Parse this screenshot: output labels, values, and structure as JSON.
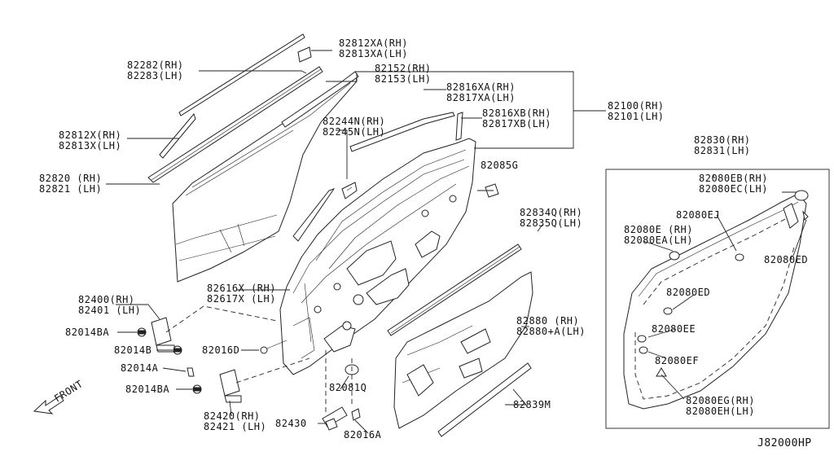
{
  "diagram_code": "J82000HP",
  "front_label": "FRONT",
  "callouts": {
    "c82812xa": [
      "82812XA(RH)",
      "82813XA(LH)"
    ],
    "c82282": [
      "82282(RH)",
      "82283(LH)"
    ],
    "c82152": [
      "82152(RH)",
      "82153(LH)"
    ],
    "c82816xa": [
      "82816XA(RH)",
      "82817XA(LH)"
    ],
    "c82812x": [
      "82812X(RH)",
      "82813X(LH)"
    ],
    "c82244n": [
      "82244N(RH)",
      "82245N(LH)"
    ],
    "c82816xb": [
      "82816XB(RH)",
      "82817XB(LH)"
    ],
    "c82100": [
      "82100(RH)",
      "82101(LH)"
    ],
    "c82820": [
      "82820 (RH)",
      "82821 (LH)"
    ],
    "c82085g": [
      "82085G"
    ],
    "c82830": [
      "82830(RH)",
      "82831(LH)"
    ],
    "c82080eb": [
      "82080EB(RH)",
      "82080EC(LH)"
    ],
    "c82834q": [
      "82834Q(RH)",
      "82835Q(LH)"
    ],
    "c82080ej": [
      "82080EJ"
    ],
    "c82080e": [
      "82080E (RH)",
      "82080EA(LH)"
    ],
    "c82080ed_r": [
      "82080ED"
    ],
    "c82616x": [
      "82616X (RH)",
      "82617X (LH)"
    ],
    "c82080ed_m": [
      "82080ED"
    ],
    "c82400": [
      "82400(RH)",
      "82401 (LH)"
    ],
    "c82880": [
      "82880 (RH)",
      "82880+A(LH)"
    ],
    "c82080ee": [
      "82080EE"
    ],
    "c82014ba_1": [
      "82014BA"
    ],
    "c82014b": [
      "82014B"
    ],
    "c82016d": [
      "82016D"
    ],
    "c82080ef": [
      "82080EF"
    ],
    "c82014a": [
      "82014A"
    ],
    "c82081q": [
      "82081Q"
    ],
    "c82014ba_2": [
      "82014BA"
    ],
    "c82080eg": [
      "82080EG(RH)",
      "82080EH(LH)"
    ],
    "c82420": [
      "82420(RH)",
      "82421 (LH)"
    ],
    "c82839m": [
      "82839M"
    ],
    "c82430": [
      "82430"
    ],
    "c82016a": [
      "82016A"
    ]
  }
}
